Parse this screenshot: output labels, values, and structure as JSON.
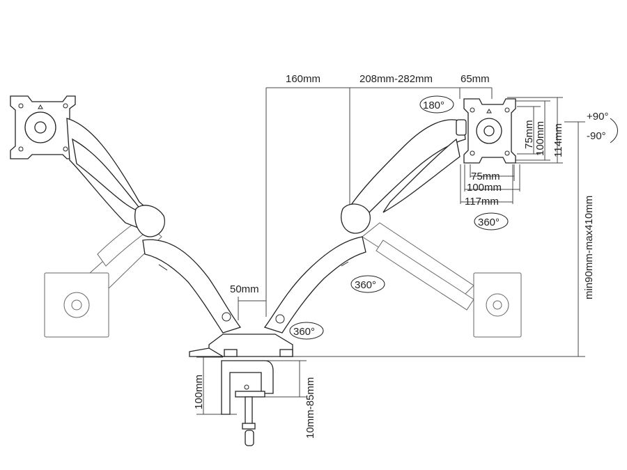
{
  "dimensions": {
    "top_offset": "160mm",
    "arm_reach": "208mm-282mm",
    "plate_offset": "65mm",
    "vesa_75_h": "75mm",
    "vesa_100_h": "100mm",
    "plate_114_h": "114mm",
    "vesa_75_w": "75mm",
    "vesa_100_w": "100mm",
    "plate_117_w": "117mm",
    "height_range": "min90mm-max410mm",
    "pole_offset": "50mm",
    "clamp_height": "100mm",
    "desk_thickness": "10mm-85mm"
  },
  "rotations": {
    "top_right_swivel": "180°",
    "tilt_up": "+90°",
    "tilt_down": "-90°",
    "plate_rotation": "360°",
    "elbow_rotation": "360°",
    "base_rotation": "360°"
  },
  "colors": {
    "line": "#222222",
    "background": "#ffffff"
  }
}
